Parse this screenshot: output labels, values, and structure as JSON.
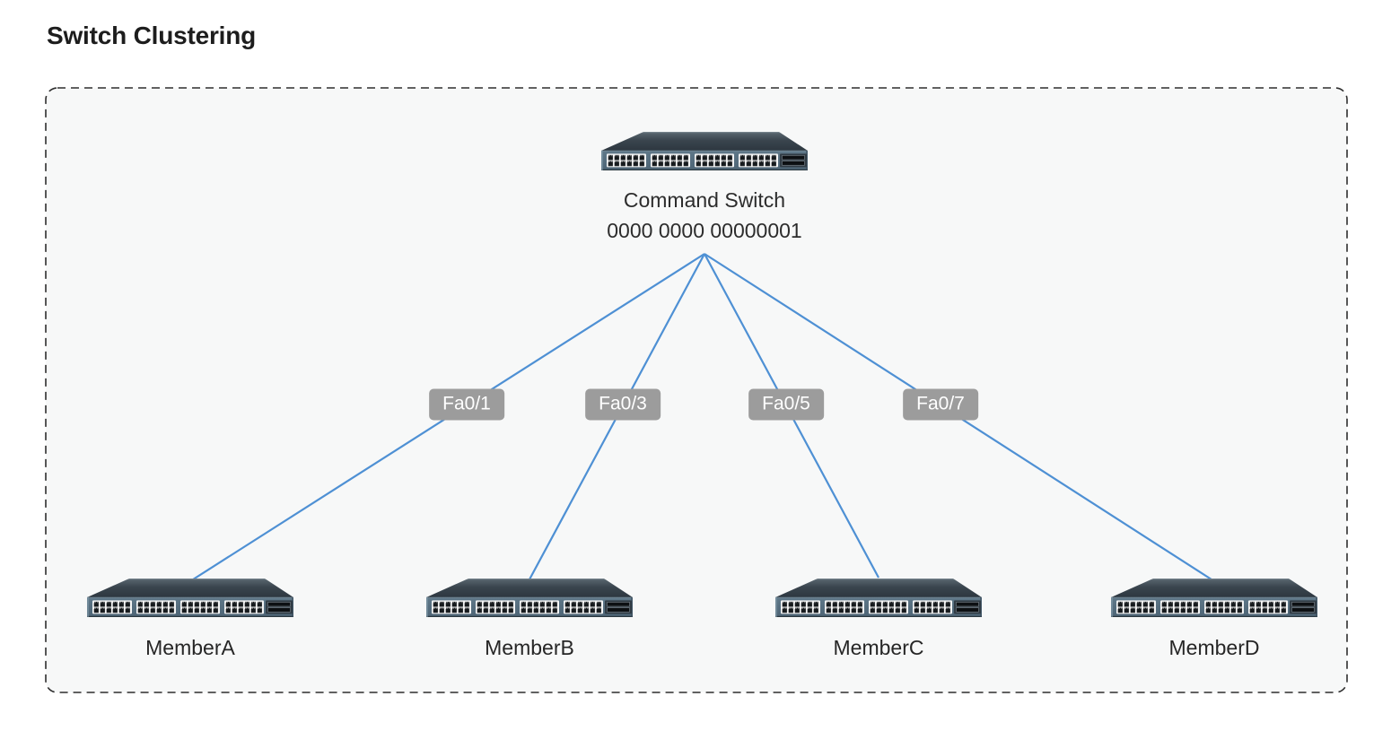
{
  "page": {
    "title": "Switch Clustering"
  },
  "diagram": {
    "command_switch": {
      "label": "Command Switch",
      "id": "0000 0000 00000001"
    },
    "links": [
      {
        "port": "Fa0/1",
        "to": "MemberA"
      },
      {
        "port": "Fa0/3",
        "to": "MemberB"
      },
      {
        "port": "Fa0/5",
        "to": "MemberC"
      },
      {
        "port": "Fa0/7",
        "to": "MemberD"
      }
    ],
    "members": [
      {
        "label": "MemberA"
      },
      {
        "label": "MemberB"
      },
      {
        "label": "MemberC"
      },
      {
        "label": "MemberD"
      }
    ],
    "colors": {
      "link_line": "#4e90d4",
      "badge_bg": "#9c9c9c",
      "badge_text": "#ffffff",
      "canvas_bg": "#f7f8f8",
      "canvas_border": "#2e2e2e"
    }
  }
}
